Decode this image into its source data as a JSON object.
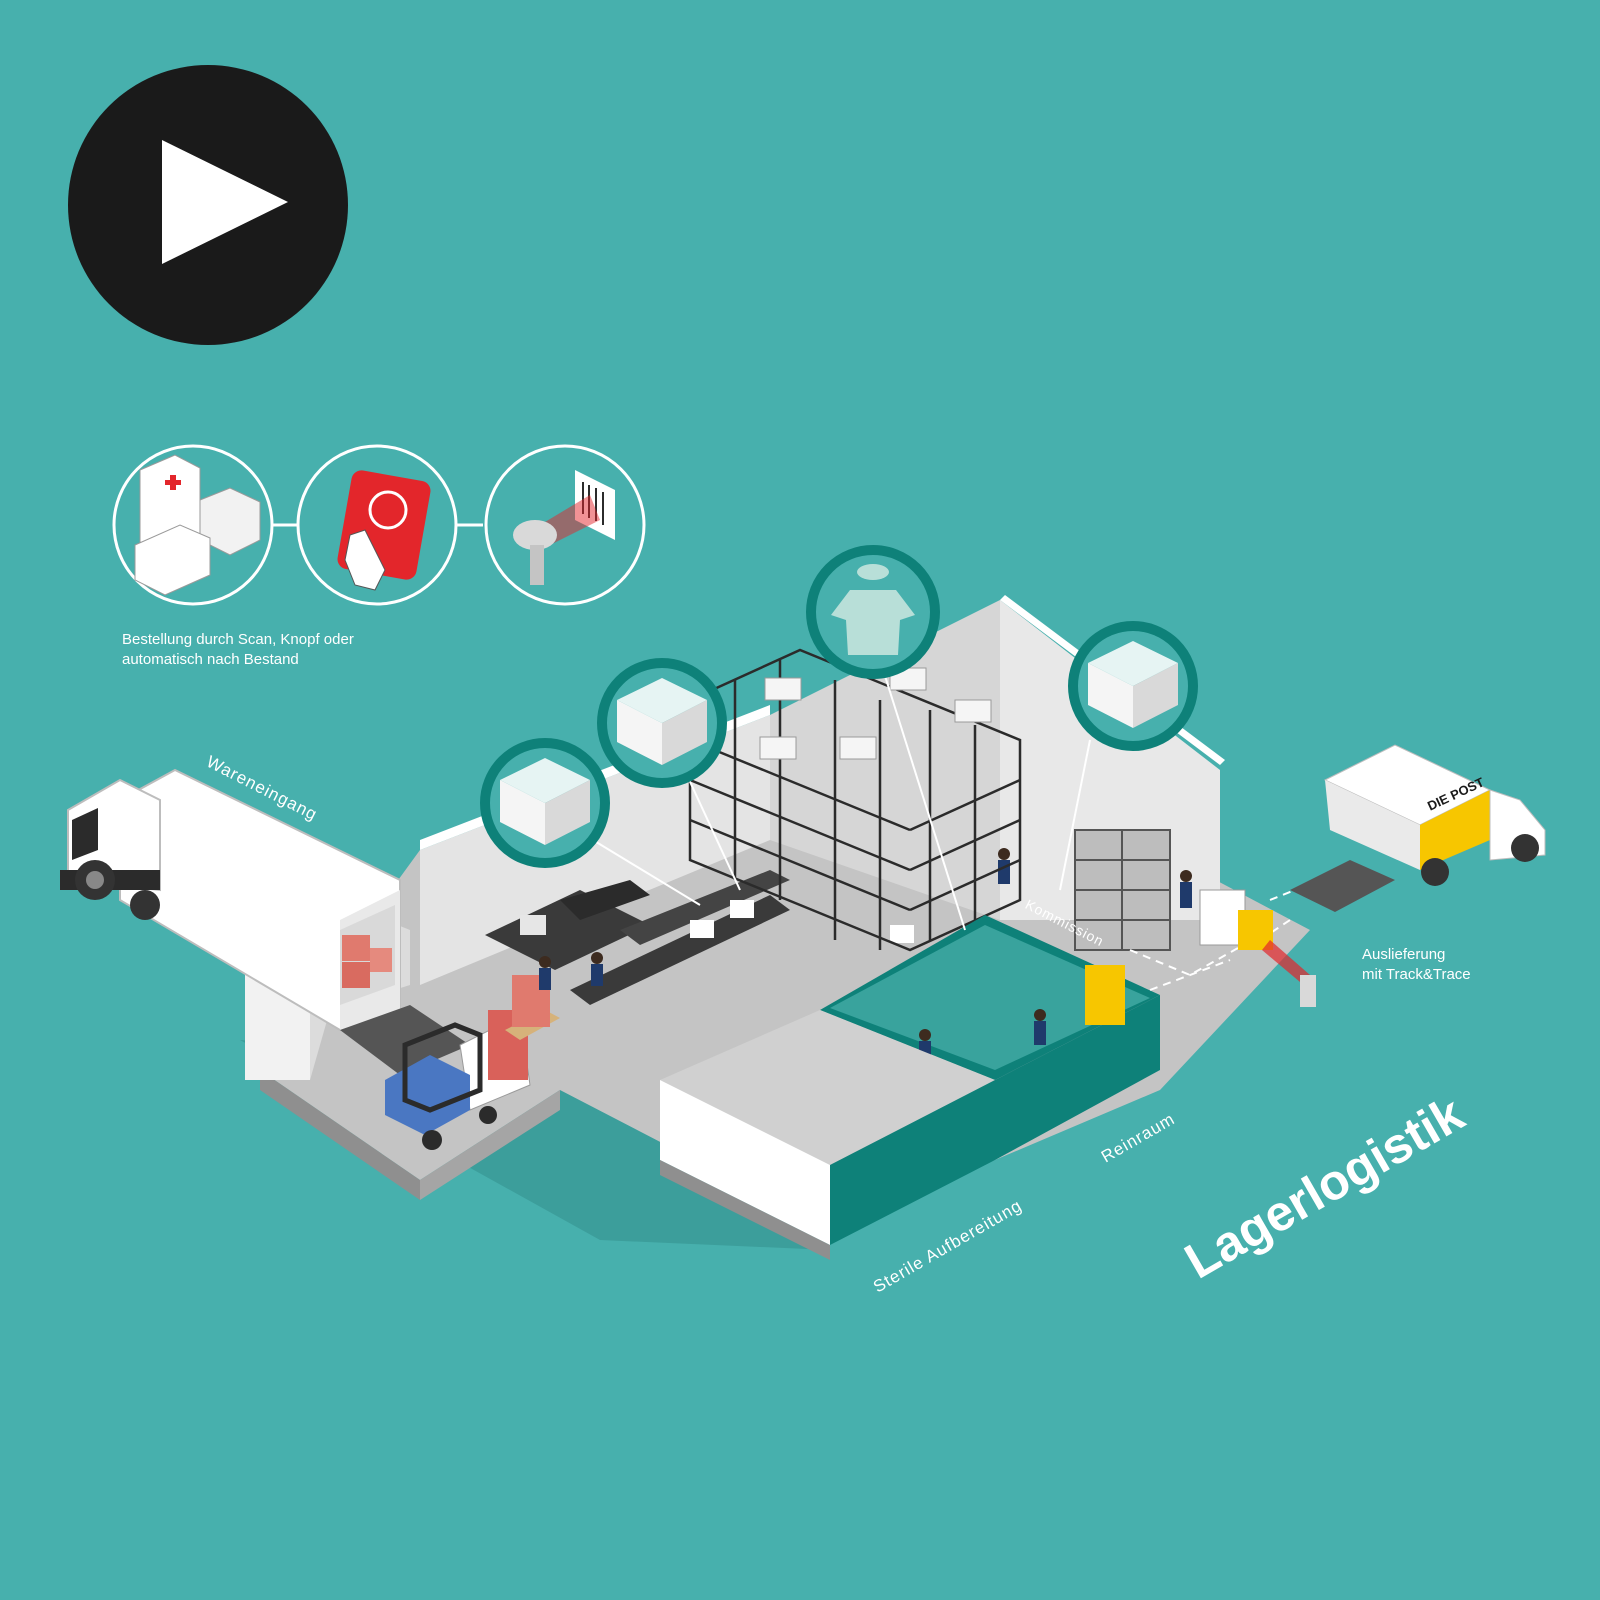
{
  "title": "Lagerlogistik",
  "play_button": {
    "icon": "play-icon"
  },
  "order_caption": {
    "line1": "Bestellung durch Scan, Knopf oder",
    "line2": "automatisch nach Bestand"
  },
  "order_icons": [
    "hospital-icon",
    "order-button-icon",
    "barcode-scanner-icon"
  ],
  "areas": {
    "goods_in": "Wareneingang",
    "picking": "Kommission",
    "cleanroom": "Reinraum",
    "sterile": "Sterile Aufbereitung"
  },
  "delivery": {
    "line1": "Auslieferung",
    "line2": "mit Track&Trace",
    "van_logo": "DIE POST"
  },
  "colors": {
    "background": "#47b0ad",
    "dark_teal": "#0e8179",
    "play_circle": "#1a1a1a",
    "accent_red": "#e3262b",
    "post_yellow": "#f7c600"
  }
}
